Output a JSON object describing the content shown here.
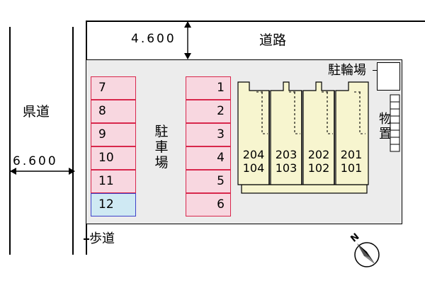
{
  "roads": {
    "top_road": {
      "label": "道路",
      "width": "4.600"
    },
    "left_road": {
      "label": "県道",
      "width": "6.600"
    },
    "sidewalk": {
      "label": "歩道"
    }
  },
  "facilities": {
    "parking": "駐車場",
    "bicycle_parking": "駐輪場",
    "storage": "物置"
  },
  "parking_spaces": {
    "left_column": [
      {
        "label": "7",
        "highlighted": false
      },
      {
        "label": "8",
        "highlighted": false
      },
      {
        "label": "9",
        "highlighted": false
      },
      {
        "label": "10",
        "highlighted": false
      },
      {
        "label": "11",
        "highlighted": false
      },
      {
        "label": "12",
        "highlighted": true
      }
    ],
    "right_column": [
      {
        "label": "1"
      },
      {
        "label": "2"
      },
      {
        "label": "3"
      },
      {
        "label": "4"
      },
      {
        "label": "5"
      },
      {
        "label": "6"
      }
    ]
  },
  "units": [
    {
      "upper": "204",
      "lower": "104"
    },
    {
      "upper": "203",
      "lower": "103"
    },
    {
      "upper": "202",
      "lower": "102"
    },
    {
      "upper": "201",
      "lower": "101"
    }
  ],
  "compass": {
    "label": "N"
  },
  "colors": {
    "parking_fill": "#f8d7e0",
    "parking_border": "#d8274c",
    "highlight_fill": "#cfe9f3",
    "highlight_border": "#3d40c8",
    "building_fill": "#f7f5cf",
    "site_fill": "#ececec"
  }
}
